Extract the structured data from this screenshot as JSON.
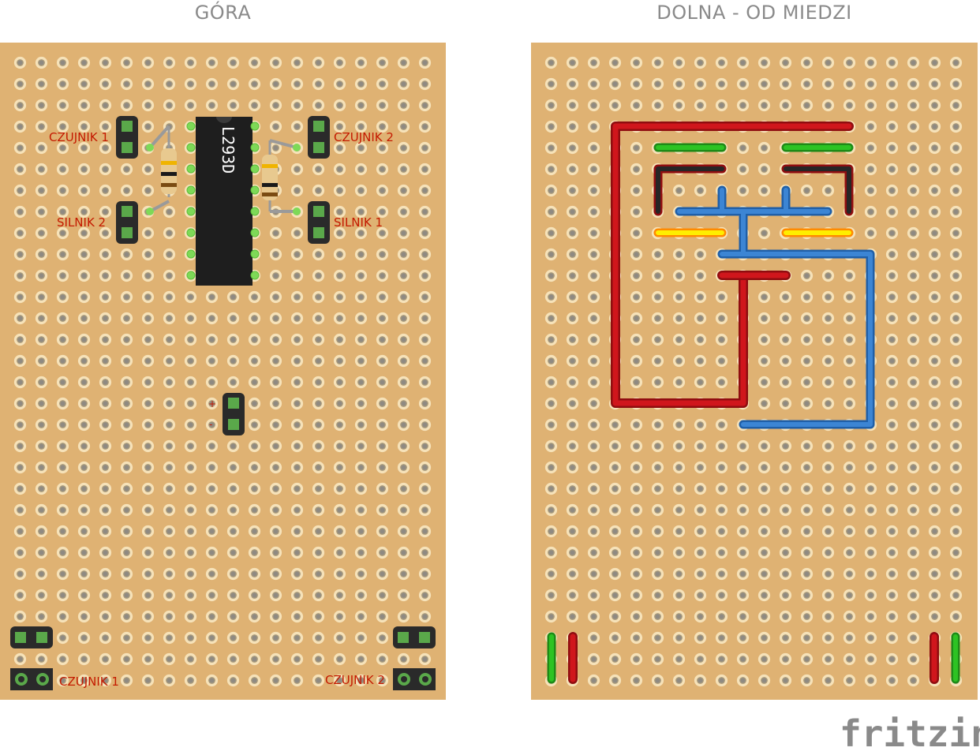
{
  "titles": {
    "top": "GÓRA",
    "bottom": "DOLNA - OD MIEDZI"
  },
  "top_board": {
    "labels": {
      "czujnik1": "CZUJNIK 1",
      "czujnik2": "CZUJNIK 2",
      "silnik1": "SILNIK 1",
      "silnik2": "SILNIK 2",
      "plus": "+",
      "minus": "-",
      "czujnik1_bottom": "CZUJNIK 1",
      "czujnik2_bottom": "CZUJNIK 2"
    },
    "chip_label": "L293D"
  },
  "logo": "fritzing",
  "colors": {
    "board": "#dfb273",
    "hole_ring": "#f6e2b9",
    "chip": "#1e1e1e",
    "trace_red": "#d0161c",
    "trace_blue": "#3c85d4",
    "trace_green": "#2dc323",
    "trace_black": "#262626",
    "trace_yellow": "#ffee00",
    "label_red": "#c41a00"
  }
}
